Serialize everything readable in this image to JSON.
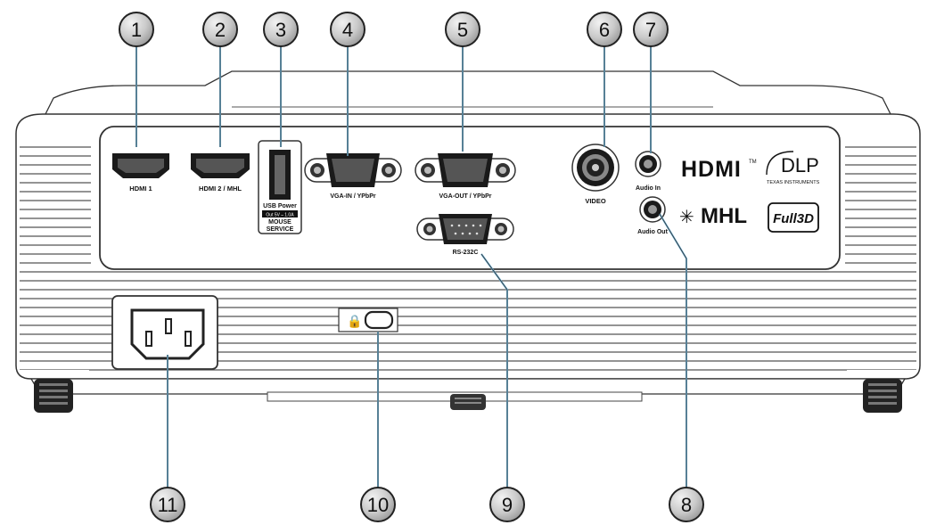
{
  "callouts": [
    "1",
    "2",
    "3",
    "4",
    "5",
    "6",
    "7",
    "8",
    "9",
    "10",
    "11"
  ],
  "ports": {
    "hdmi1": "HDMI 1",
    "hdmi2": "HDMI 2 / MHL",
    "usb_power": "USB Power",
    "usb_rating": "Out 5V ⎯ 1.0A",
    "mouse": "MOUSE",
    "service": "SERVICE",
    "vga_in": "VGA-IN / YPbPr",
    "vga_out": "VGA-OUT / YPbPr",
    "rs232": "RS-232C",
    "video": "VIDEO",
    "audio_in": "Audio In",
    "audio_out": "Audio Out"
  },
  "logos": {
    "hdmi": "HDMI",
    "tm": "TM",
    "dlp": "DLP",
    "ti": "TEXAS INSTRUMENTS",
    "mhl": "MHL",
    "full3d": "Full3D"
  },
  "colors": {
    "callout_fill": "#c8c8c8",
    "callout_leader": "#6fb3d8",
    "body_outline": "#333333",
    "port_fill": "#1a1a1a"
  }
}
